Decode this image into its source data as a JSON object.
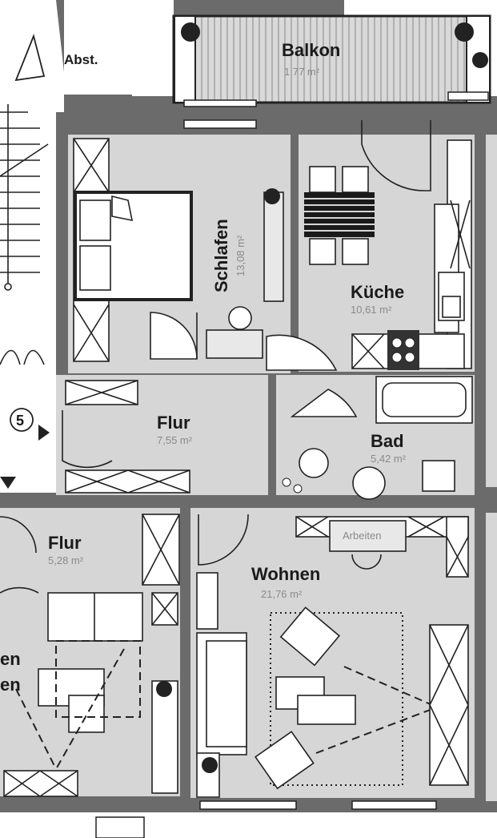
{
  "rooms": {
    "balkon": {
      "name": "Balkon",
      "area": "1,77 m²"
    },
    "schlafen": {
      "name": "Schlafen",
      "area": "13,08 m²"
    },
    "kueche": {
      "name": "Küche",
      "area": "10,61 m²"
    },
    "flur1": {
      "name": "Flur",
      "area": "7,55 m²"
    },
    "bad": {
      "name": "Bad",
      "area": "5,42 m²"
    },
    "flur2": {
      "name": "Flur",
      "area": "5,28 m²"
    },
    "wohnen": {
      "name": "Wohnen",
      "area": "21,76 m²"
    },
    "partial": {
      "line1": "en",
      "line2": "en"
    }
  },
  "labels": {
    "abst": "Abst.",
    "arbeiten": "Arbeiten",
    "marker": "5"
  },
  "colors": {
    "wall": "#6b6b6b",
    "floor": "#d6d6d6",
    "balcony": "#cfcfcf",
    "line": "#222222"
  }
}
